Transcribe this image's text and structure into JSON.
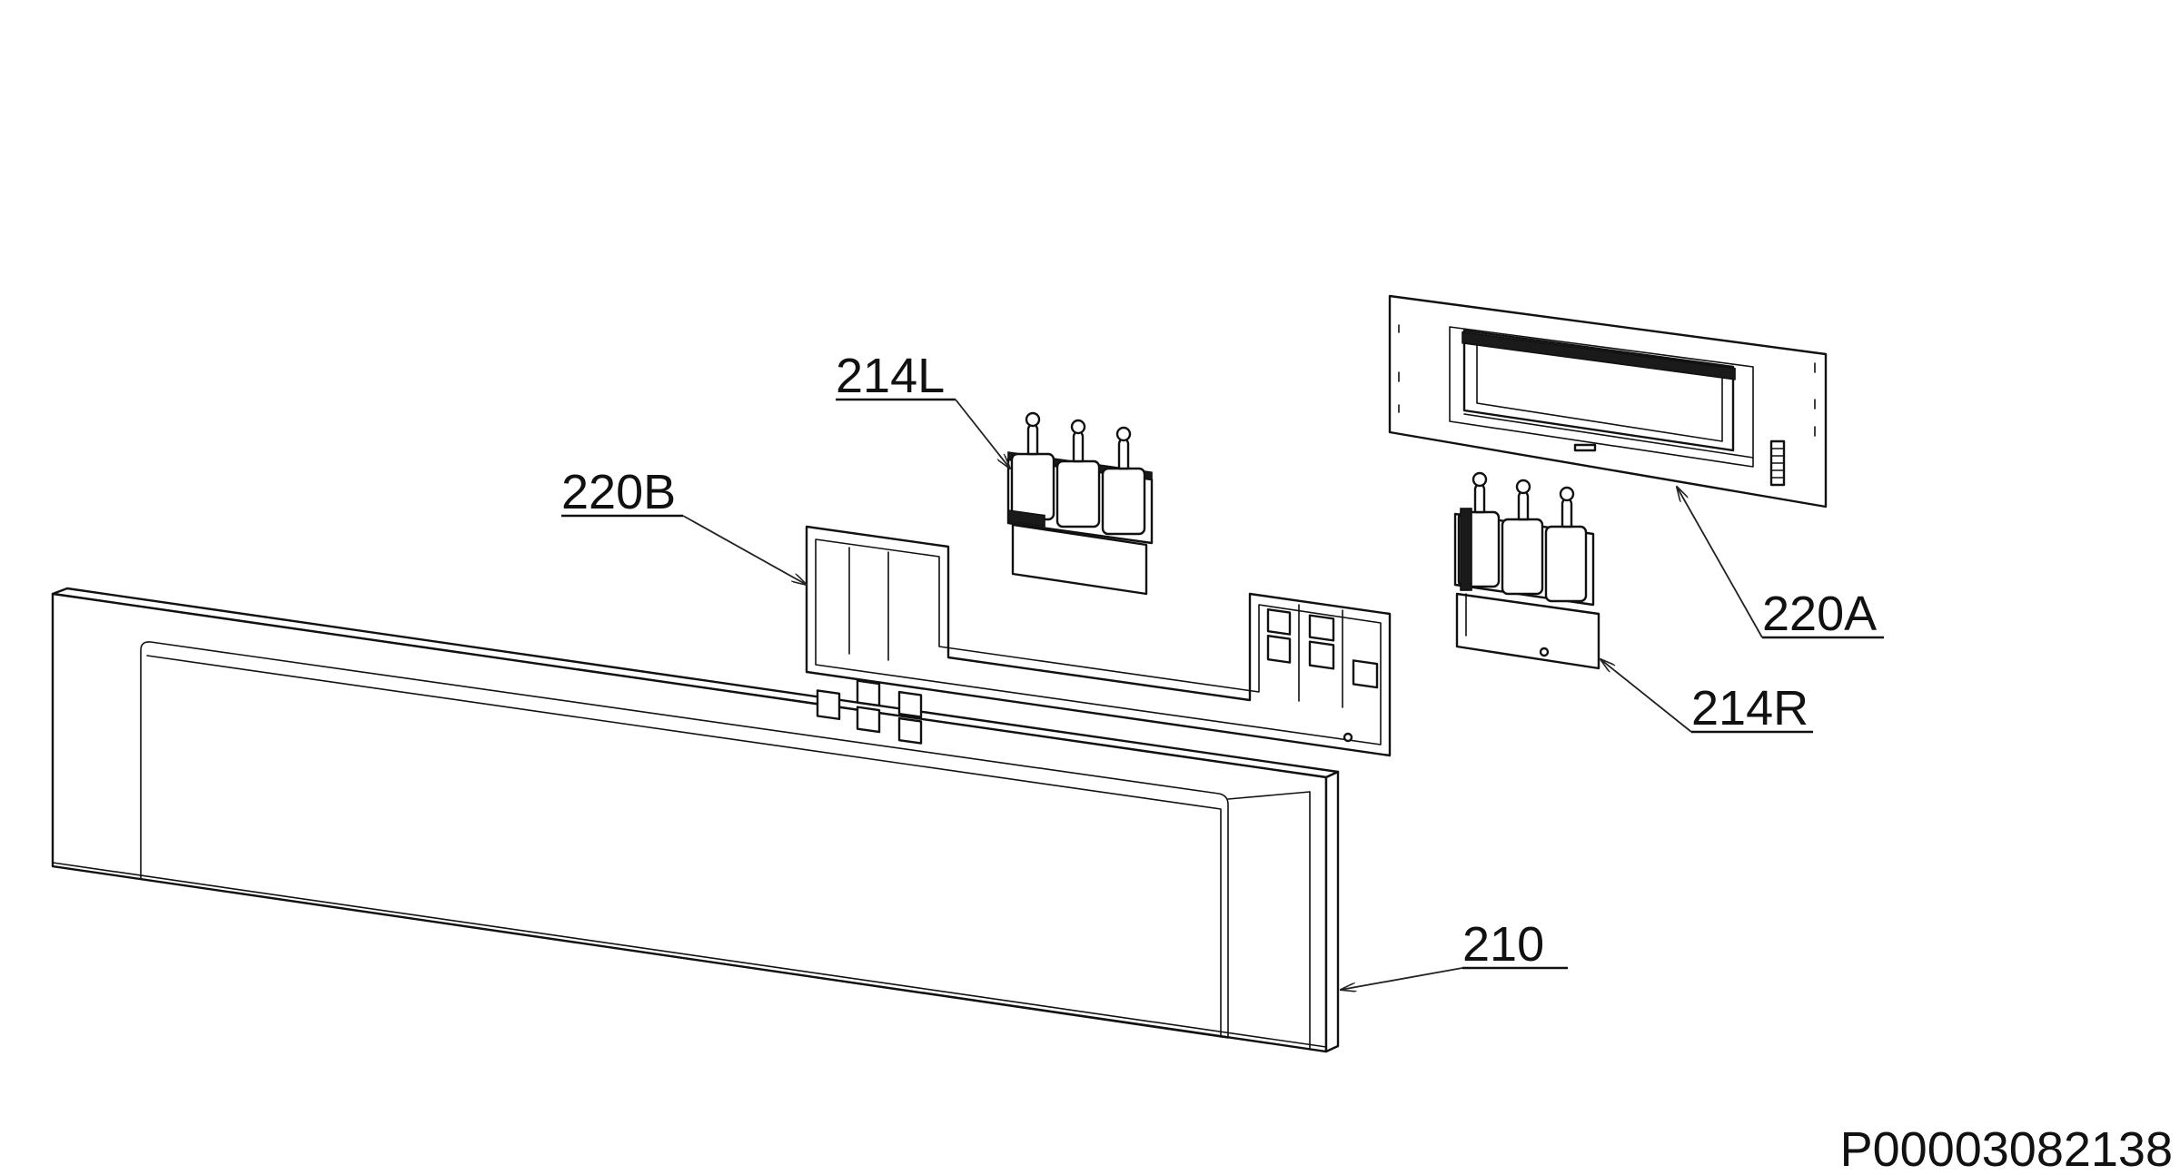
{
  "diagram": {
    "callouts": [
      {
        "id": "callout-214L",
        "label": "214L"
      },
      {
        "id": "callout-220B",
        "label": "220B"
      },
      {
        "id": "callout-220A",
        "label": "220A"
      },
      {
        "id": "callout-214R",
        "label": "214R"
      },
      {
        "id": "callout-210",
        "label": "210"
      }
    ],
    "drawing_number": "P00003082138"
  }
}
